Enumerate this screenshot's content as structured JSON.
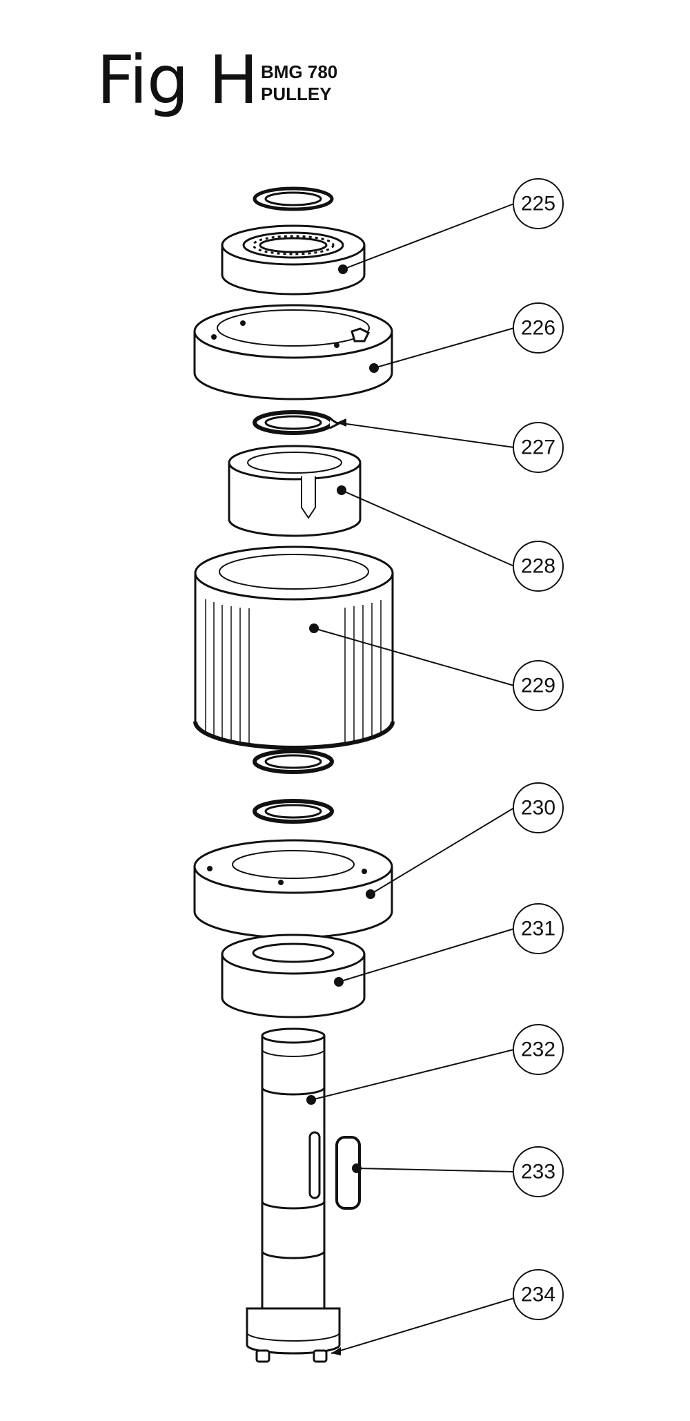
{
  "figure": {
    "title": "Fig H",
    "model": "BMG 780",
    "assembly": "PULLEY"
  },
  "parts": [
    {
      "number": "225"
    },
    {
      "number": "226"
    },
    {
      "number": "227"
    },
    {
      "number": "228"
    },
    {
      "number": "229"
    },
    {
      "number": "230"
    },
    {
      "number": "231"
    },
    {
      "number": "232"
    },
    {
      "number": "233"
    },
    {
      "number": "234"
    }
  ]
}
